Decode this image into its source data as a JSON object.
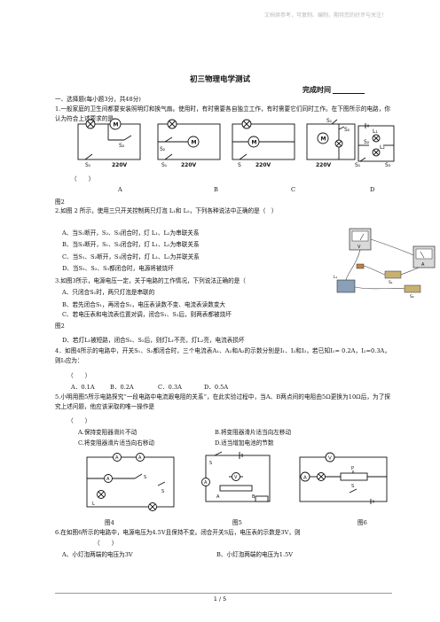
{
  "watermark": "文档供参考，可复制、编制，期待您的好评与关注！",
  "title": "初三物理电学测试",
  "finish_time_label": "完成时间",
  "section1": "一、选择题(每小题3分，共48分)",
  "q1": {
    "text": "1.一般家庭的卫生间都要安装照明灯和换气扇。使用时，有时需要各自独立工作，有时需要它们同时工作。在下图所示的电路，你认为符合上述要求的是",
    "paren": "（　　）",
    "labels": [
      "A",
      "B",
      "C",
      "D"
    ],
    "figure": "图2"
  },
  "q2": {
    "text": "2.如图 2 所示，使用三只开关控制两只灯泡 L₁和 L₂，下列各种说法中正确的是（　）",
    "options": [
      "A、当S₁断开，S₂、S₃闭合时，灯 L₁、L₂为串联关系",
      "B、当S₃断开，S₁、S₂闭合时，灯 L₁、L₂为串联关系",
      "C、当S₁、S₂断开，S₃闭合时，灯 L₁、L₂为并联关系",
      "D、当S₁、S₂、S₃都闭合时，电源将被烧坏"
    ]
  },
  "q3": {
    "text": "3.如图3所示，电源电压一定，关于电路的工作情况，下列说法正确的是（",
    "options": [
      "A、只闭合S₁时，两只灯泡是串联的",
      "B、若先闭合S₁，再闭合S₂，电压表读数不变、电流表读数变大",
      "C、若电压表和电流表位置对调，闭合S₁、S₂后，则两表都被烧坏",
      "D、若灯L₁被短路，闭合S₁、S₂后，则灯L₁不亮，灯L₂亮，电流表损坏"
    ],
    "figure": "图2"
  },
  "q4": {
    "text": "4．如图4所示的电路中，开关S₁、S₂都闭合时，三个电流表A₁、A₂和A₃的示数分别是I₁、I₂和I₃，若已知I₁= 0.2A，I₂=0.3A，则I₃应为：",
    "paren": "（　　）",
    "options": [
      "A．0.1A",
      "B．0.2A",
      "C．0.3A",
      "D．0.5A"
    ]
  },
  "q5": {
    "text": "5.小明用图5所示电路探究“一段电路中电流跟电阻的关系”，在此实验过程中，当A、B两点间的电阻由5Ω更换为10Ω后，为了探究上述问题，他应该采取的唯一操作是",
    "paren": "（　　）",
    "options": [
      "A.保持变阻器滑片不动",
      "B.将变阻器滑片适当向左移动",
      "C.将变阻器滑片适当向右移动",
      "D.适当增加电池的节数"
    ]
  },
  "figures": [
    "图4",
    "图5",
    "图6"
  ],
  "q6": {
    "text": "6.在如图6所示的电路中，电源电压为4.5V且保持不变。闭合开关S后，电压表的示数是3V，则",
    "paren": "（　　）",
    "options": [
      "A、小灯泡两端的电压为3V",
      "B、小灯泡两端的电压为1.5V"
    ]
  },
  "footer": "1 / 5",
  "circuit_labels": {
    "motor": "M",
    "voltage": "220V",
    "s": "S",
    "s1": "S₁",
    "s2": "S₂",
    "s3": "S₃",
    "l1": "L₁",
    "l2": "L₂",
    "ammeter": "A",
    "voltmeter": "V",
    "a1": "A₁",
    "a2": "A₂",
    "a3": "A₃",
    "l": "L",
    "pa": "A",
    "pb": "B",
    "p": "P"
  }
}
